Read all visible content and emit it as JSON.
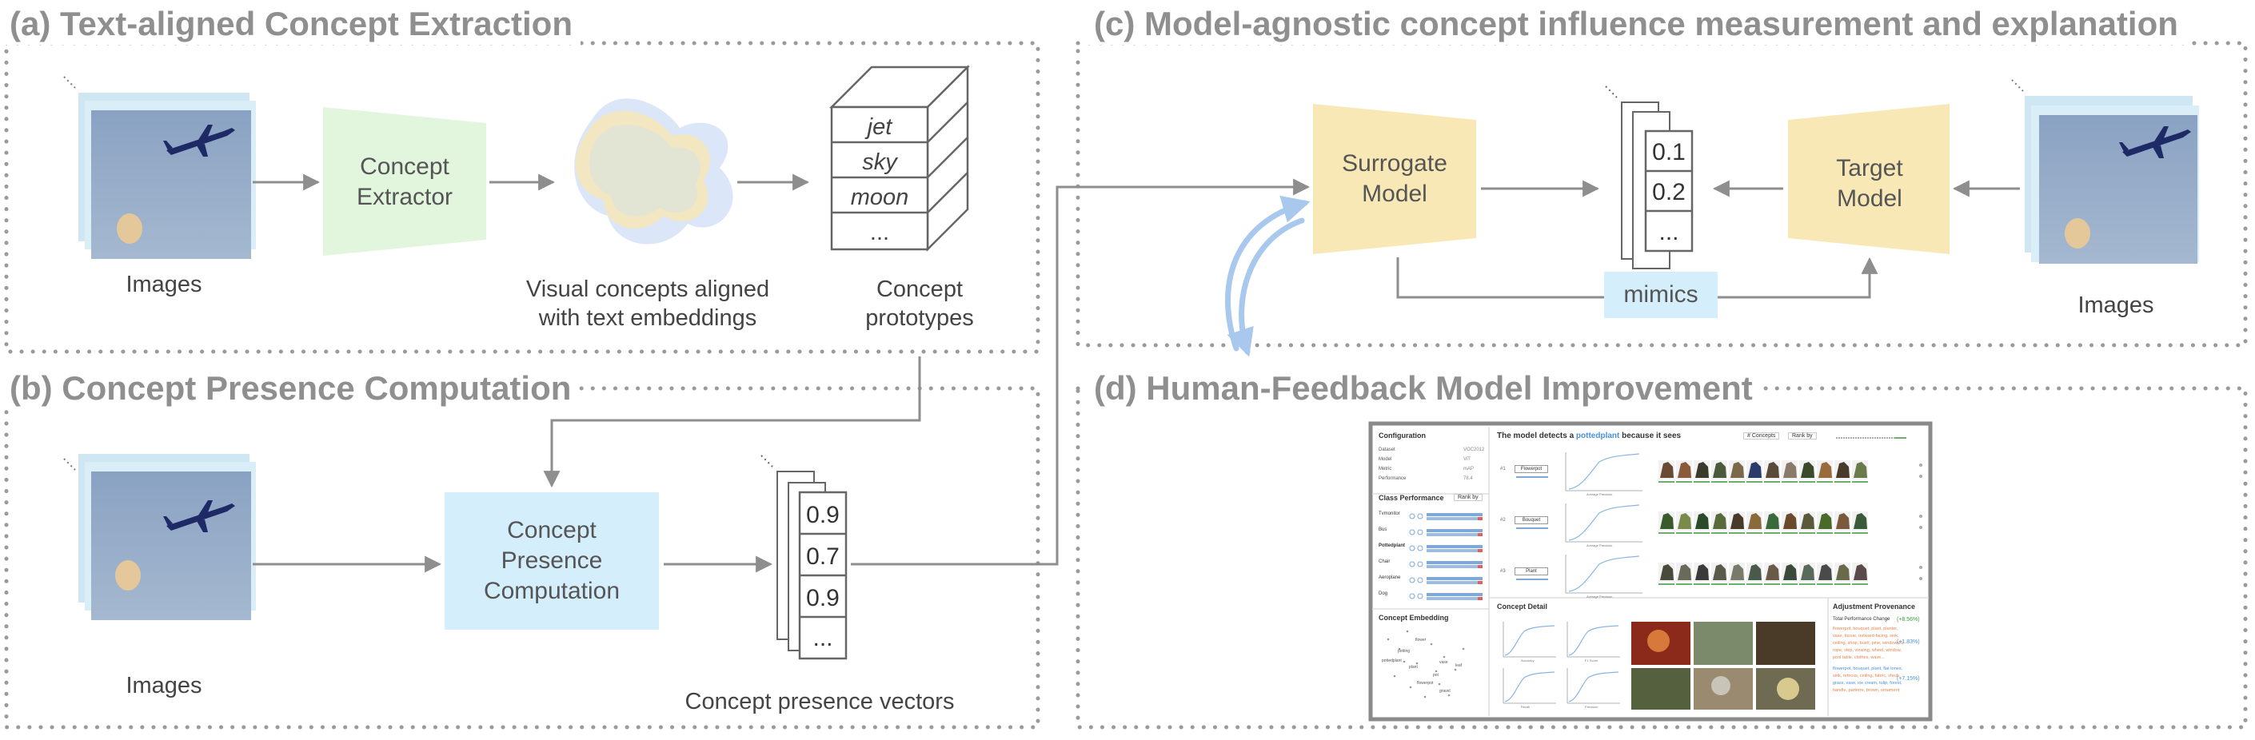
{
  "panels": {
    "a": {
      "title": "(a) Text-aligned Concept Extraction"
    },
    "b": {
      "title": "(b) Concept Presence Computation"
    },
    "c": {
      "title": "(c) Model-agnostic concept influence measurement and explanation"
    },
    "d": {
      "title": "(d) Human-Feedback Model Improvement"
    }
  },
  "panel_a": {
    "images_label": "Images",
    "extractor": [
      "Concept",
      "Extractor"
    ],
    "visual_label": [
      "Visual concepts aligned",
      "with text embeddings"
    ],
    "prototypes": [
      "jet",
      "sky",
      "moon",
      "..."
    ],
    "prototypes_label": [
      "Concept",
      "prototypes"
    ]
  },
  "panel_b": {
    "images_label": "Images",
    "computation": [
      "Concept",
      "Presence",
      "Computation"
    ],
    "vector": [
      "0.9",
      "0.7",
      "0.9",
      "..."
    ],
    "vector_label": "Concept presence vectors"
  },
  "panel_c": {
    "surrogate": [
      "Surrogate",
      "Model"
    ],
    "target": [
      "Target",
      "Model"
    ],
    "vector": [
      "0.1",
      "0.2",
      "..."
    ],
    "mimics": "mimics",
    "images_label": "Images"
  },
  "panel_d": {
    "config_title": "Configuration",
    "config_rows": [
      [
        "Dataset",
        "VOC2012"
      ],
      [
        "Model",
        "ViT"
      ],
      [
        "Metric",
        "mAP"
      ],
      [
        "Performance",
        "78.4"
      ]
    ],
    "class_perf_title": "Class Performance",
    "rank_by": "Rank by",
    "classes": [
      "Tvmonitor",
      "Bus",
      "Pottedplant",
      "Chair",
      "Aeroplane",
      "Dog"
    ],
    "embedding_title": "Concept Embedding",
    "embedding_words": [
      "flower",
      "potting",
      "pottedplant",
      "vase",
      "plant",
      "leaf",
      "pot",
      "flowerpot",
      "gravel"
    ],
    "headline_pre": "The model detects a",
    "headline_cls": "pottedplant",
    "headline_post": "because it sees",
    "controls": [
      "# Concepts",
      "Rank by"
    ],
    "concept_rows": [
      {
        "idx": "#1",
        "btn": "Flowerpot"
      },
      {
        "idx": "#2",
        "btn": "Bouquet"
      },
      {
        "idx": "#3",
        "btn": "Plant"
      }
    ],
    "plot_axis": "Average Precision",
    "concept_detail_title": "Concept Detail",
    "detail_axes": [
      "Accuracy",
      "F1 Score",
      "Recall",
      "Precision"
    ],
    "prov_title": "Adjustment Provenance",
    "prov_sub": "Total Performance Change",
    "prov_changes": [
      "(+8.56%)",
      "(+1.83%)",
      "(+7.15%)"
    ],
    "prov_text1": [
      "flowerpot, bouquet, plant, planter,",
      "vase, tissue, outward-facing, sink,",
      "ceiling, shop, bush, pine, windowsill,"
    ],
    "prov_text2": [
      "rope, step, viewing, wheel, window,",
      "pool table, clothes, wave..."
    ],
    "prov_text3": [
      "flowerpot, bouquet, plant, flat tones,",
      "sink, refocus, ceiling, fabric, shrub,",
      "grass, vase, ice cream, tulip, forest,",
      "handle, parterre, brown, ornament"
    ]
  },
  "colors": {
    "extractor_fill": "#e2f5dd",
    "surrogate_fill": "#f8e8b6",
    "presence_fill": "#d4eefb",
    "mimics_fill": "#d4eefb",
    "arrow": "#8e8e8e",
    "feedback_arrow": "#a8c8ee",
    "title": "#8f8f8f"
  }
}
